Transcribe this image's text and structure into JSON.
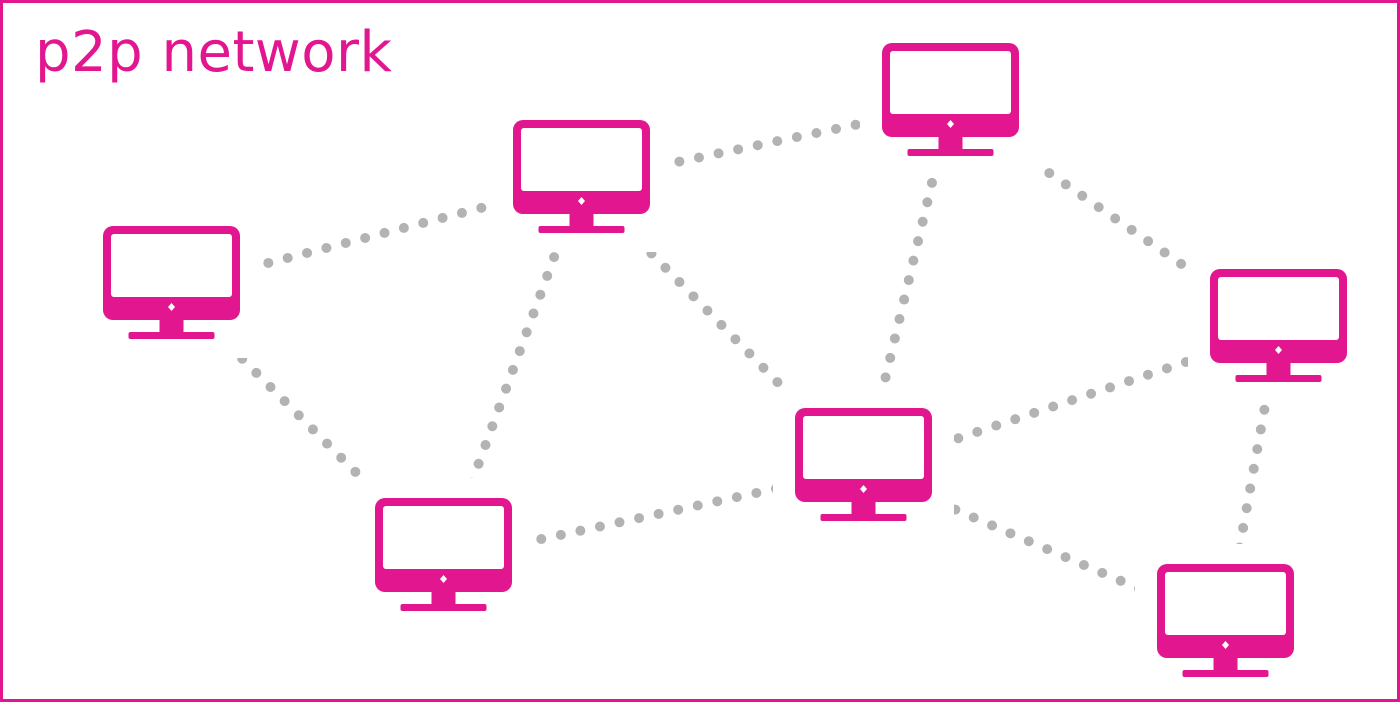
{
  "title": "p2p network",
  "colors": {
    "accent": "#e2168f",
    "link": "#b3b3b3",
    "background": "#ffffff"
  },
  "node_icon": "desktop-monitor-icon",
  "nodes": [
    {
      "id": "node-1"
    },
    {
      "id": "node-2"
    },
    {
      "id": "node-3"
    },
    {
      "id": "node-4"
    },
    {
      "id": "node-5"
    },
    {
      "id": "node-6"
    },
    {
      "id": "node-7"
    }
  ],
  "links": [
    [
      "node-1",
      "node-2"
    ],
    [
      "node-1",
      "node-4"
    ],
    [
      "node-2",
      "node-3"
    ],
    [
      "node-2",
      "node-4"
    ],
    [
      "node-2",
      "node-5"
    ],
    [
      "node-3",
      "node-5"
    ],
    [
      "node-3",
      "node-6"
    ],
    [
      "node-4",
      "node-5"
    ],
    [
      "node-5",
      "node-6"
    ],
    [
      "node-5",
      "node-7"
    ],
    [
      "node-6",
      "node-7"
    ]
  ]
}
